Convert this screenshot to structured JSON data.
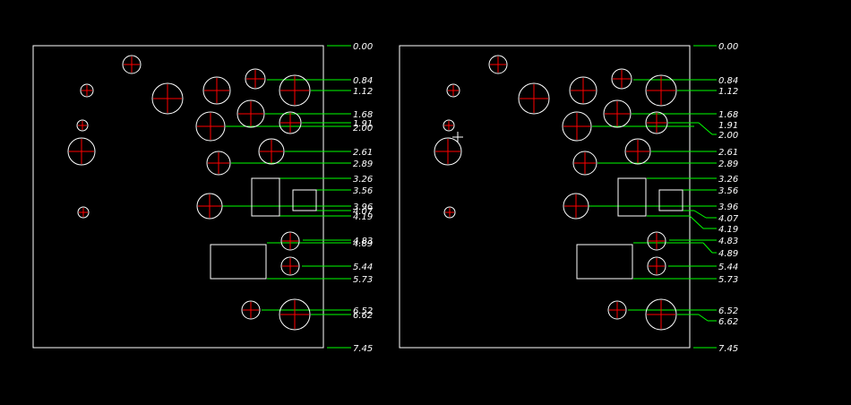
{
  "colors": {
    "background": "#000000",
    "outline": "#ffffff",
    "hole_circle": "#ffffff",
    "center_mark": "#ff0000",
    "dimension_line": "#00ff00",
    "dimension_text": "#ffffff"
  },
  "icons": [
    "crosshair-cursor-icon"
  ],
  "drawings": [
    {
      "name": "left-drawing",
      "labels": [
        "0.00",
        "0.84",
        "1.12",
        "1.68",
        "1.91",
        "2.00",
        "2.61",
        "2.89",
        "3.26",
        "3.56",
        "3.96",
        "4.07",
        "4.19",
        "4.83",
        "4.89",
        "5.44",
        "5.73",
        "6.52",
        "6.62",
        "7.45"
      ]
    },
    {
      "name": "right-drawing",
      "labels": [
        "0.00",
        "0.84",
        "1.12",
        "1.68",
        "1.91",
        "2.00",
        "2.61",
        "2.89",
        "3.26",
        "3.56",
        "3.96",
        "4.07",
        "4.19",
        "4.83",
        "4.89",
        "5.44",
        "5.73",
        "6.52",
        "6.62",
        "7.45"
      ]
    }
  ]
}
